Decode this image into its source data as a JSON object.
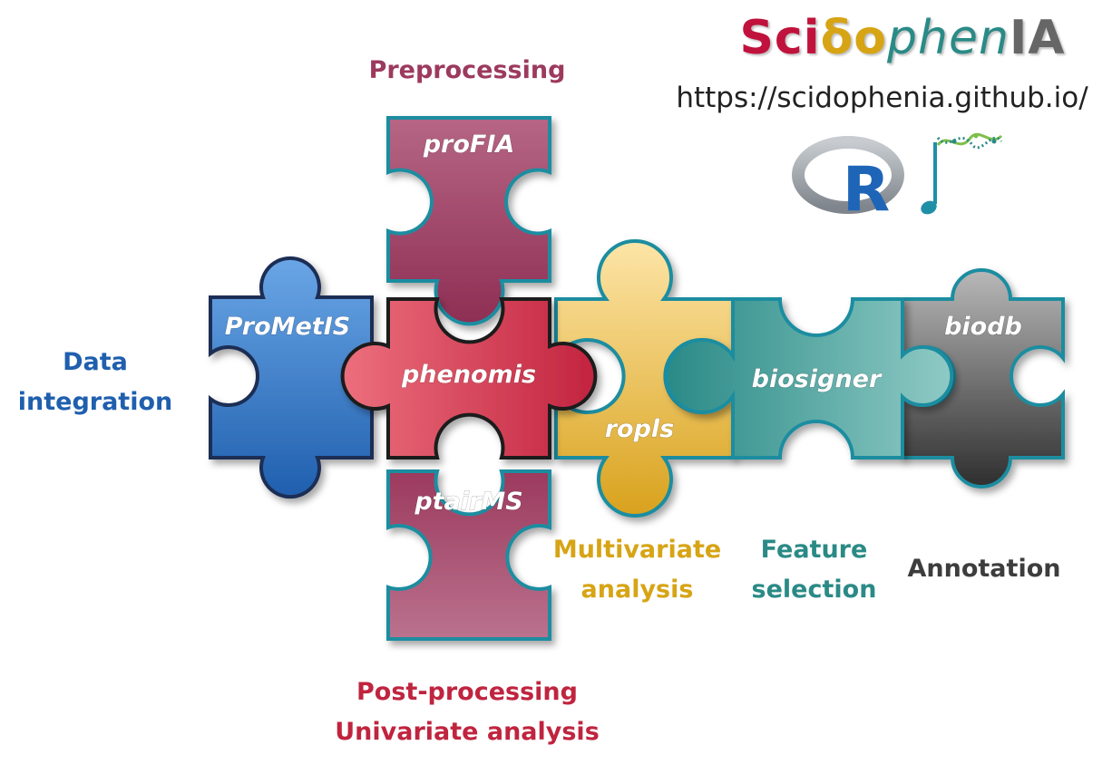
{
  "brand": {
    "parts": [
      {
        "text": "Sci",
        "color": "#c0123c"
      },
      {
        "text": "δ",
        "color": "#d7a415"
      },
      {
        "text": "o",
        "color": "#d7a415"
      },
      {
        "text": "phen",
        "color": "#2a8a86"
      },
      {
        "text": "IA",
        "color": "#666666"
      }
    ],
    "url": "https://scidophenia.github.io/"
  },
  "icons": {
    "r_logo": {
      "letter": "R",
      "ring_color": "#9aa0a6",
      "letter_color": "#1f65b7"
    },
    "music_note": {
      "color": "#1f8fa6"
    }
  },
  "pieces": [
    {
      "id": "prometis",
      "label": "ProMetIS",
      "color": "#2f76c8"
    },
    {
      "id": "profia",
      "label": "proFIA",
      "color": "#a4506f"
    },
    {
      "id": "phenomis",
      "label": "phenomis",
      "color": "#d43b53"
    },
    {
      "id": "ptairms",
      "label": "ptairMS",
      "color": "#a4506f"
    },
    {
      "id": "ropls",
      "label": "ropls",
      "color": "#efc24a"
    },
    {
      "id": "biosigner",
      "label": "biosigner",
      "color": "#3e9f99"
    },
    {
      "id": "biodb",
      "label": "biodb",
      "color": "#7c7c7c"
    }
  ],
  "labels": {
    "data_integration": {
      "lines": [
        "Data",
        "integration"
      ],
      "color": "#1f5fae"
    },
    "preprocessing": {
      "lines": [
        "Preprocessing"
      ],
      "color": "#9c3a5e"
    },
    "post_processing": {
      "lines": [
        "Post-processing",
        "Univariate analysis"
      ],
      "color": "#c0243f"
    },
    "multivariate": {
      "lines": [
        "Multivariate",
        "analysis"
      ],
      "color": "#d7a415"
    },
    "feature_selection": {
      "lines": [
        "Feature",
        "selection"
      ],
      "color": "#2a8a86"
    },
    "annotation": {
      "lines": [
        "Annotation"
      ],
      "color": "#3d3d3d"
    }
  }
}
